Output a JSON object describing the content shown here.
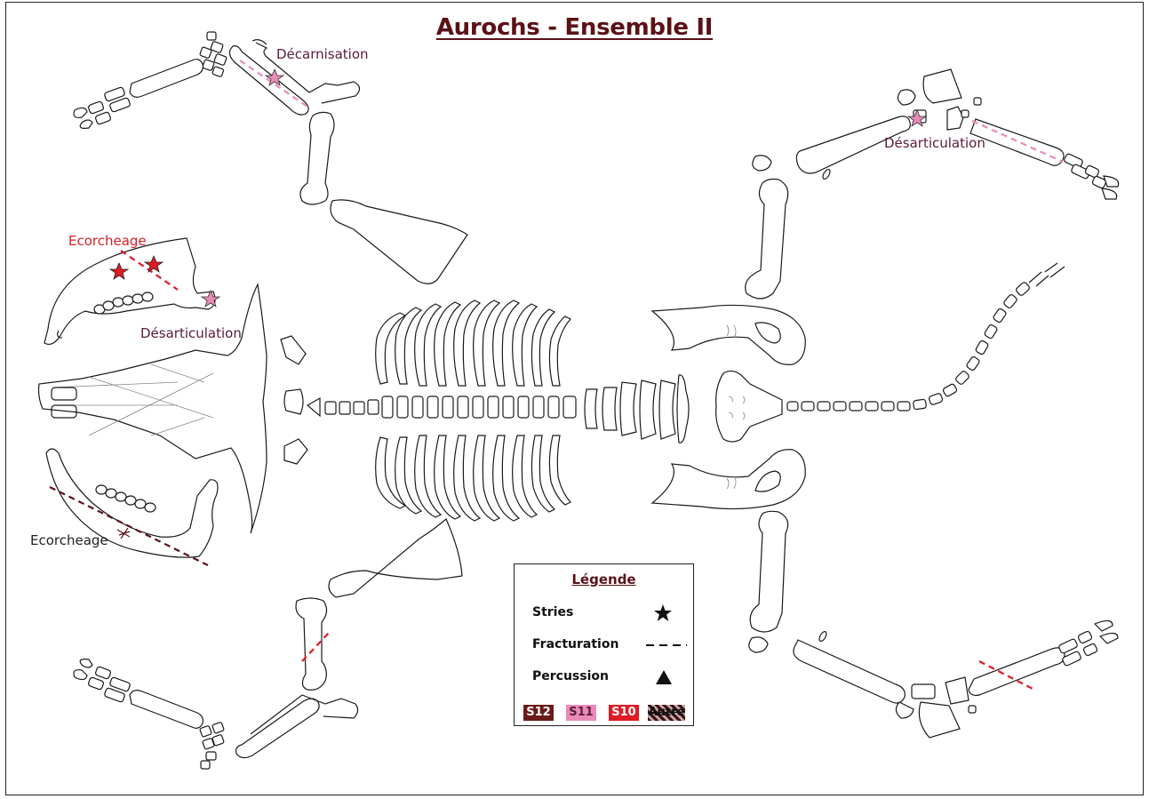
{
  "title": "Aurochs - Ensemble II",
  "annotations": {
    "decarnisation": "Décarnisation",
    "desarticulation_hind": "Désarticulation",
    "ecorcheage_upper": "Ecorcheage",
    "desarticulation_jaw": "Désarticulation",
    "ecorcheage_lower": "Ecorcheage"
  },
  "legend": {
    "title": "Légende",
    "items": [
      {
        "label": "Stries",
        "symbol": "star"
      },
      {
        "label": "Fracturation",
        "symbol": "dashed-line"
      },
      {
        "label": "Percussion",
        "symbol": "triangle"
      }
    ],
    "swatches": [
      {
        "label": "S12",
        "color": "#6b1a1a"
      },
      {
        "label": "S11",
        "color": "#e98bb8"
      },
      {
        "label": "S10",
        "color": "#e01b24"
      },
      {
        "label": "Autre",
        "color": "hatched"
      }
    ]
  },
  "colors": {
    "s12": "#6b1a1a",
    "s11": "#e98bb8",
    "s10": "#e01b24",
    "title": "#5a1216",
    "outline": "#1a1a1a"
  }
}
